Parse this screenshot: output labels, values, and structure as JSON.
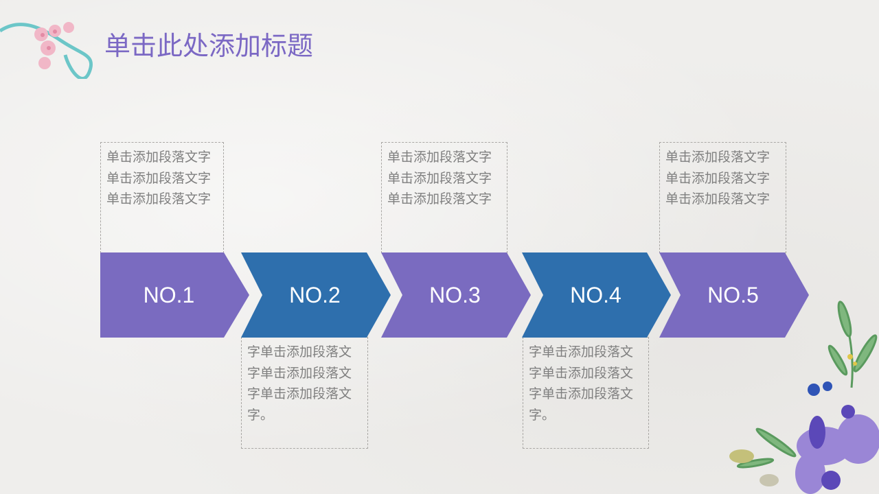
{
  "title": "单击此处添加标题",
  "colors": {
    "purple": "#7a6bc0",
    "blue": "#2e6fad",
    "title": "#7b68c4"
  },
  "steps": [
    {
      "label": "NO.1",
      "color": "#7a6bc0",
      "text": "单击添加段落文字单击添加段落文字单击添加段落文字"
    },
    {
      "label": "NO.2",
      "color": "#2e6fad",
      "text": "字单击添加段落文字单击添加段落文字单击添加段落文字。"
    },
    {
      "label": "NO.3",
      "color": "#7a6bc0",
      "text": "单击添加段落文字单击添加段落文字单击添加段落文字"
    },
    {
      "label": "NO.4",
      "color": "#2e6fad",
      "text": "字单击添加段落文字单击添加段落文字单击添加段落文字。"
    },
    {
      "label": "NO.5",
      "color": "#7a6bc0",
      "text": "单击添加段落文字单击添加段落文字单击添加段落文字"
    }
  ]
}
